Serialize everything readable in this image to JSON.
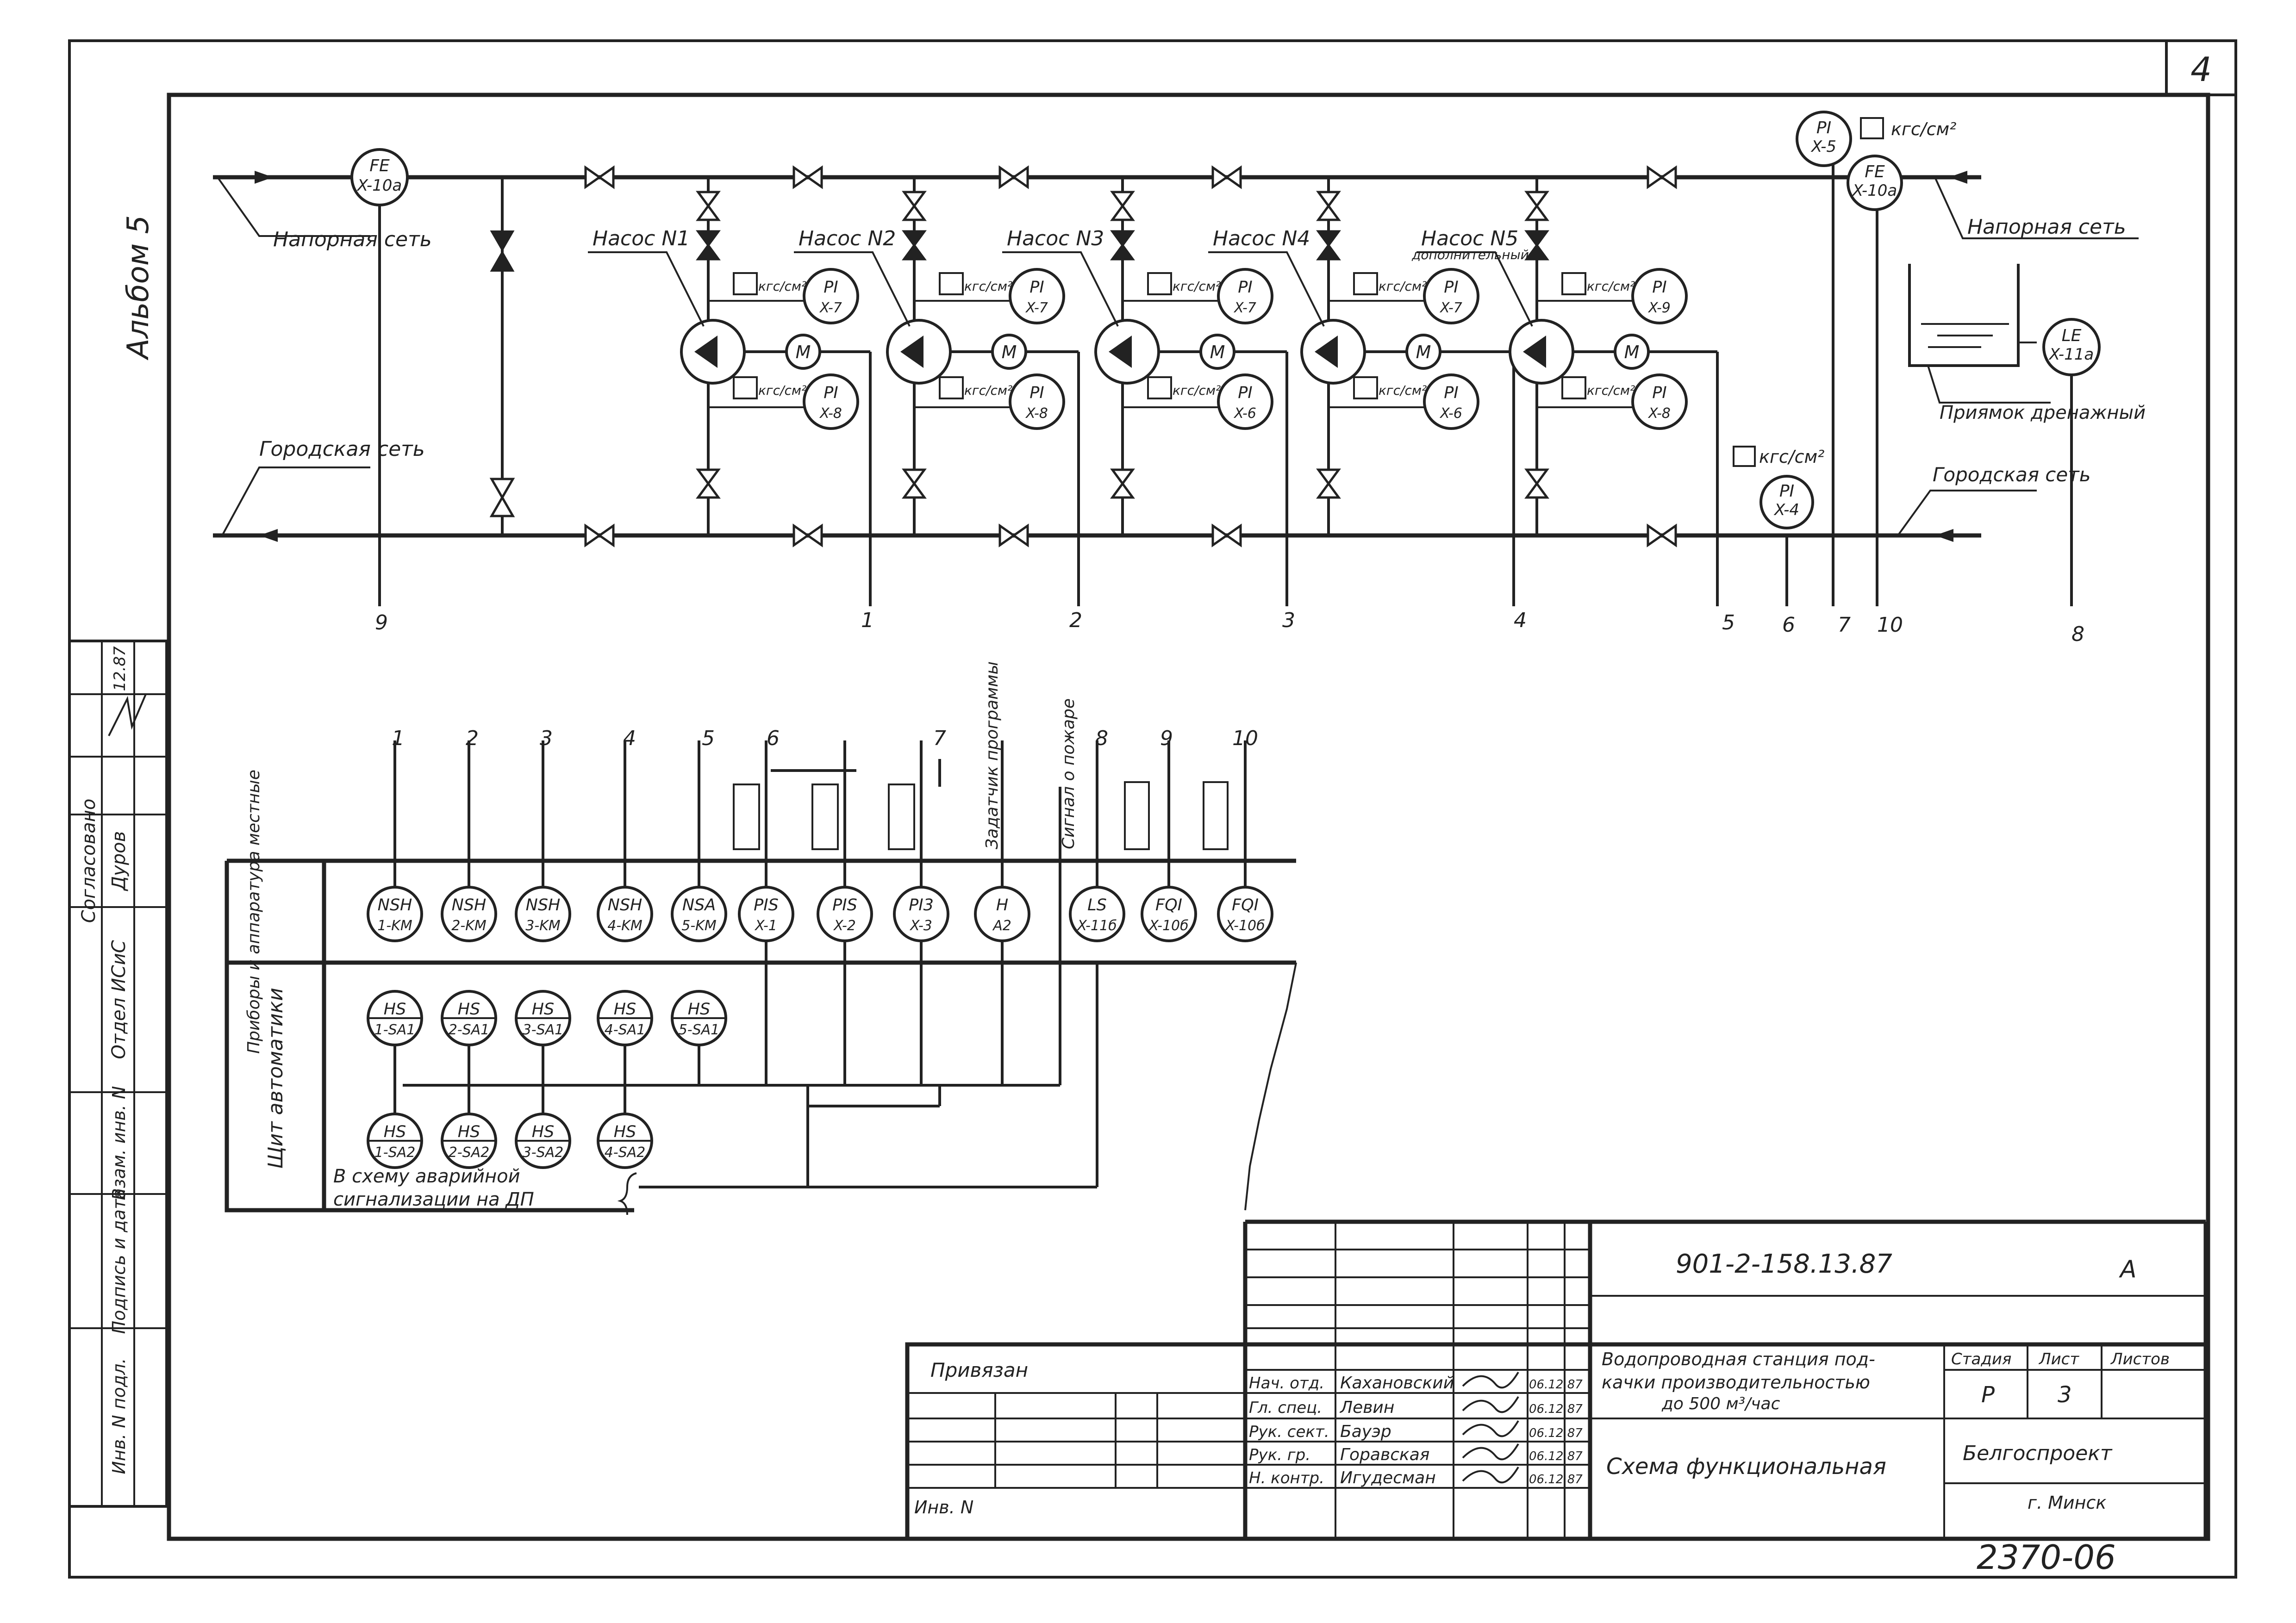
{
  "sheet_number": "4",
  "album_label": "Альбом 5",
  "process": {
    "pressure_network_left": "Напорная сеть",
    "pressure_network_right": "Напорная сеть",
    "city_network_left": "Городская сеть",
    "city_network_right": "Городская сеть",
    "drain_pit": "Приямок дренажный",
    "unit_pressure": "кгс/см²",
    "pumps": [
      {
        "label": "Насос N1",
        "note": "",
        "pi_top": "PI X-7",
        "pi_bottom": "PI X-8"
      },
      {
        "label": "Насос N2",
        "note": "",
        "pi_top": "PI X-7",
        "pi_bottom": "PI X-8"
      },
      {
        "label": "Насос N3",
        "note": "",
        "pi_top": "PI X-7",
        "pi_bottom": "PI X-6"
      },
      {
        "label": "Насос N4",
        "note": "",
        "pi_top": "PI X-7",
        "pi_bottom": "PI X-6"
      },
      {
        "label": "Насос N5",
        "note": "дополнительный",
        "pi_top": "PI X-9",
        "pi_bottom": "PI X-8"
      }
    ],
    "motor_symbol": "M",
    "instruments": {
      "fe_left": {
        "code": "FE",
        "tag": "X-10a"
      },
      "fe_right": {
        "code": "FE",
        "tag": "X-10a"
      },
      "pi_x5": {
        "code": "PI",
        "tag": "X-5"
      },
      "pi_x4": {
        "code": "PI",
        "tag": "X-4"
      },
      "le": {
        "code": "LE",
        "tag": "X-11a"
      }
    },
    "line_numbers": [
      "9",
      "1",
      "2",
      "3",
      "4",
      "5",
      "6",
      "7",
      "10",
      "8"
    ]
  },
  "panel": {
    "row1_title": "Приборы и аппаратура местные",
    "row2_title": "Щит автоматики",
    "column_numbers": [
      "1",
      "2",
      "3",
      "4",
      "5",
      "6",
      "7",
      "8",
      "9",
      "10"
    ],
    "vertical_notes": [
      "Задатчик программы",
      "Сигнал о пожаре"
    ],
    "row1": [
      {
        "code": "NSH",
        "tag": "1-KM"
      },
      {
        "code": "NSH",
        "tag": "2-KM"
      },
      {
        "code": "NSH",
        "tag": "3-KM"
      },
      {
        "code": "NSH",
        "tag": "4-KM"
      },
      {
        "code": "NSA",
        "tag": "5-KM"
      },
      {
        "code": "PIS",
        "tag": "X-1"
      },
      {
        "code": "PIS",
        "tag": "X-2"
      },
      {
        "code": "PI3",
        "tag": "X-3"
      },
      {
        "code": "H",
        "tag": "A2"
      },
      {
        "code": "LS",
        "tag": "X-11б"
      },
      {
        "code": "FQI",
        "tag": "X-10б"
      },
      {
        "code": "FQI",
        "tag": "X-10б"
      }
    ],
    "row2_top": [
      {
        "code": "HS",
        "tag": "1-SA1"
      },
      {
        "code": "HS",
        "tag": "2-SA1"
      },
      {
        "code": "HS",
        "tag": "3-SA1"
      },
      {
        "code": "HS",
        "tag": "4-SA1"
      },
      {
        "code": "HS",
        "tag": "5-SA1"
      }
    ],
    "row2_bottom": [
      {
        "code": "HS",
        "tag": "1-SA2"
      },
      {
        "code": "HS",
        "tag": "2-SA2"
      },
      {
        "code": "HS",
        "tag": "3-SA2"
      },
      {
        "code": "HS",
        "tag": "4-SA2"
      }
    ],
    "alarm_note_1": "В схему аварийной",
    "alarm_note_2": "сигнализации на ДП"
  },
  "left_stamp": {
    "agreed": "Согласовано",
    "dept": "Отдел ИСиС",
    "person": "Дуров",
    "date": "12.87",
    "cols": [
      "Взам. инв. N",
      "Подпись и дата",
      "Инв. N подл."
    ]
  },
  "title_block": {
    "binding": "Привязан",
    "inv": "Инв. N",
    "doc_code": "901-2-158.13.87",
    "doc_suffix": "А",
    "project_line1": "Водопроводная станция под-",
    "project_line2": "качки производительностью",
    "project_line3": "до 500 м³/час",
    "drawing_title": "Схема функциональная",
    "stage_label": "Стадия",
    "sheet_label": "Лист",
    "sheets_label": "Листов",
    "stage": "Р",
    "sheet": "3",
    "org": "Белгоспроект",
    "city": "г. Минск",
    "archive_no": "2370-06",
    "people": [
      {
        "role": "Нач. отд.",
        "name": "Кахановский",
        "date": "06.12.87"
      },
      {
        "role": "Гл. спец.",
        "name": "Левин",
        "date": "06.12.87"
      },
      {
        "role": "Рук. сект.",
        "name": "Бауэр",
        "date": "06.12.87"
      },
      {
        "role": "Рук. гр.",
        "name": "Горавская",
        "date": "06.12.87"
      },
      {
        "role": "Н. контр.",
        "name": "Игудесман",
        "date": "06.12.87"
      }
    ]
  }
}
